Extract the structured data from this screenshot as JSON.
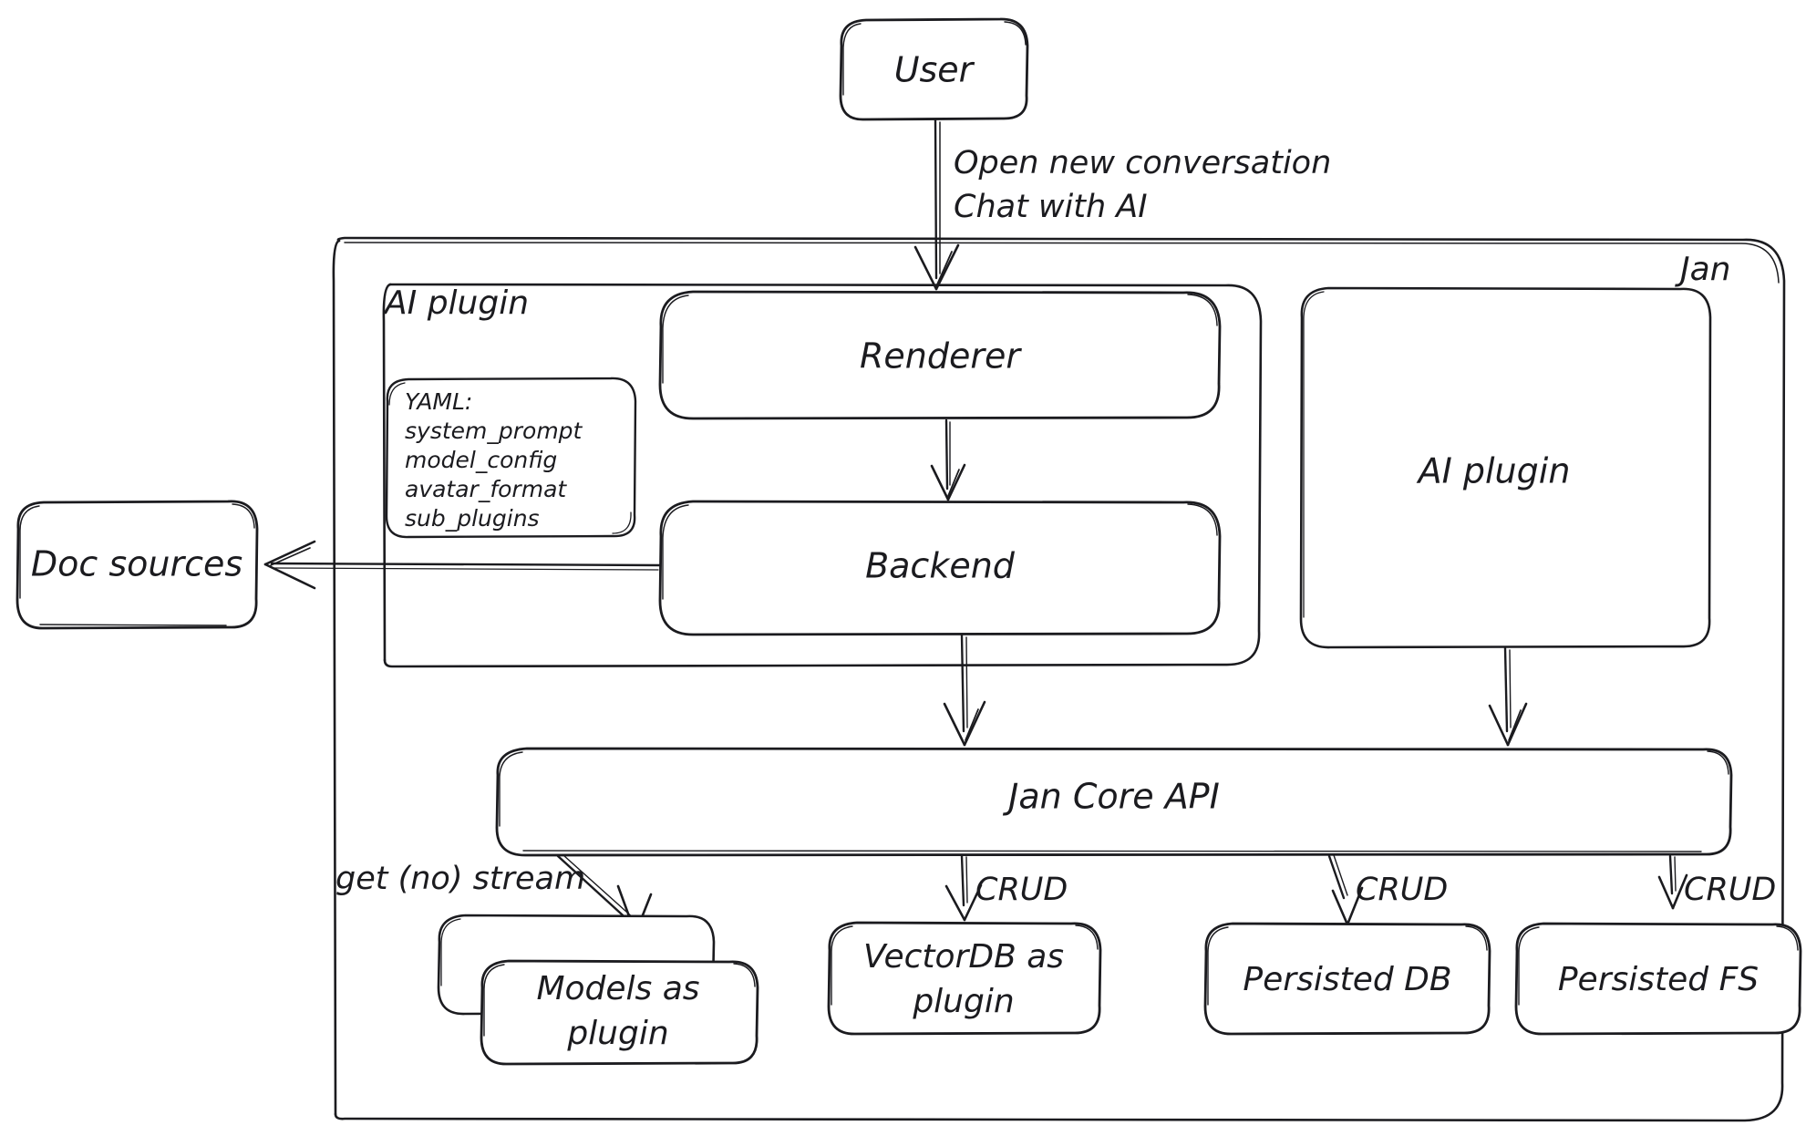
{
  "diagram": {
    "title_label": "Jan",
    "nodes": {
      "user": "User",
      "ai_plugin_group": "AI plugin",
      "renderer": "Renderer",
      "backend": "Backend",
      "ai_plugin_right": "AI plugin",
      "doc_sources": "Doc sources",
      "jan_core_api": "Jan Core API",
      "models_plugin": "Models as plugin",
      "models_plugin_line1": "Models as",
      "models_plugin_line2": "plugin",
      "vectordb_plugin_line1": "VectorDB as",
      "vectordb_plugin_line2": "plugin",
      "persisted_db": "Persisted DB",
      "persisted_fs": "Persisted FS"
    },
    "yaml_card": {
      "header": "YAML:",
      "items": [
        "system_prompt",
        "model_config",
        "avatar_format",
        "sub_plugins"
      ]
    },
    "edge_labels": {
      "user_to_renderer_line1": "Open new conversation",
      "user_to_renderer_line2": "Chat with AI",
      "api_to_models": "get (no) stream",
      "api_to_vectordb": "CRUD",
      "api_to_persisted_db": "CRUD",
      "api_to_persisted_fs": "CRUD"
    },
    "colors": {
      "stroke": "#1b1b1f",
      "background": "#ffffff",
      "text": "#1b1b1f"
    }
  }
}
